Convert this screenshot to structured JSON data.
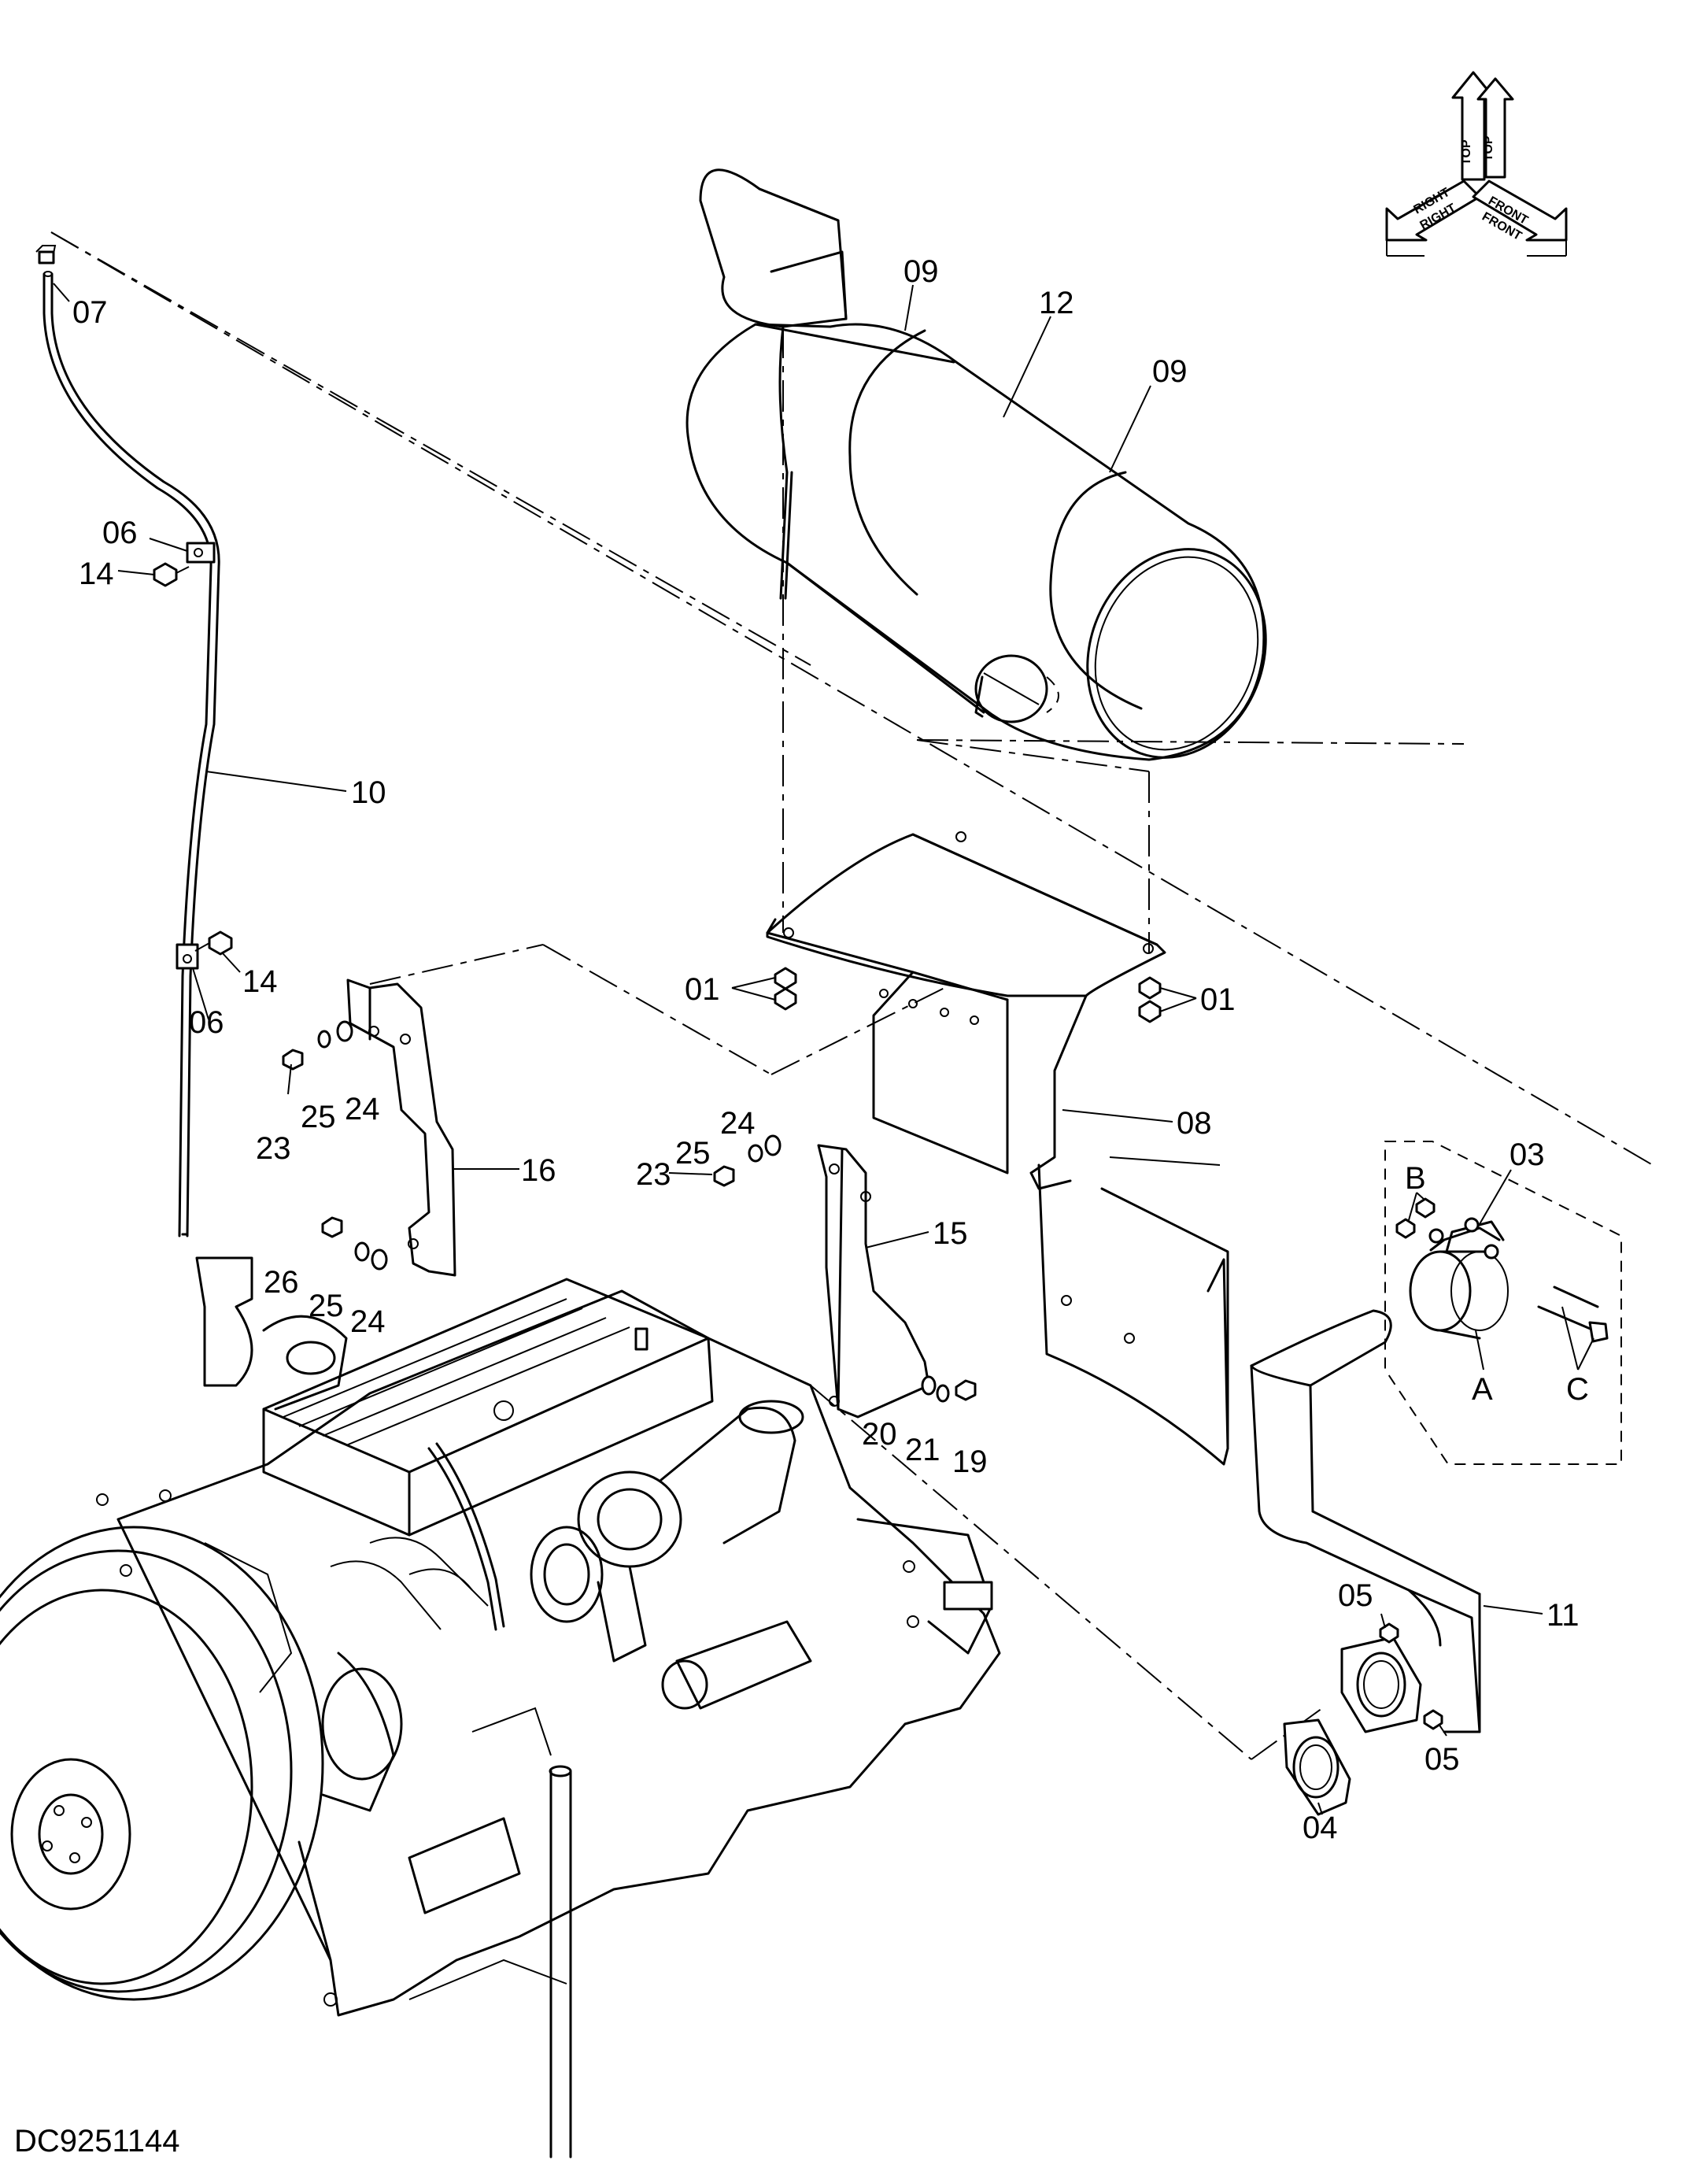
{
  "drawing_id": "DC9251144",
  "orientation_marker": {
    "labels": [
      "TOP",
      "TOP",
      "RIGHT",
      "RIGHT",
      "FRONT",
      "FRONT"
    ]
  },
  "callouts": [
    {
      "id": "callout-07",
      "text": "07"
    },
    {
      "id": "callout-06-a",
      "text": "06"
    },
    {
      "id": "callout-14-a",
      "text": "14"
    },
    {
      "id": "callout-10",
      "text": "10"
    },
    {
      "id": "callout-14-b",
      "text": "14"
    },
    {
      "id": "callout-06-b",
      "text": "06"
    },
    {
      "id": "callout-09-a",
      "text": "09"
    },
    {
      "id": "callout-12",
      "text": "12"
    },
    {
      "id": "callout-09-b",
      "text": "09"
    },
    {
      "id": "callout-01-a",
      "text": "01"
    },
    {
      "id": "callout-01-b",
      "text": "01"
    },
    {
      "id": "callout-08",
      "text": "08"
    },
    {
      "id": "callout-23-a",
      "text": "23"
    },
    {
      "id": "callout-25-a",
      "text": "25"
    },
    {
      "id": "callout-24-a",
      "text": "24"
    },
    {
      "id": "callout-16",
      "text": "16"
    },
    {
      "id": "callout-24-b",
      "text": "24"
    },
    {
      "id": "callout-25-b",
      "text": "25"
    },
    {
      "id": "callout-23-b",
      "text": "23"
    },
    {
      "id": "callout-15",
      "text": "15"
    },
    {
      "id": "callout-26",
      "text": "26"
    },
    {
      "id": "callout-25-c",
      "text": "25"
    },
    {
      "id": "callout-24-c",
      "text": "24"
    },
    {
      "id": "callout-20",
      "text": "20"
    },
    {
      "id": "callout-21",
      "text": "21"
    },
    {
      "id": "callout-19",
      "text": "19"
    },
    {
      "id": "callout-03",
      "text": "03"
    },
    {
      "id": "callout-B",
      "text": "B"
    },
    {
      "id": "callout-A",
      "text": "A"
    },
    {
      "id": "callout-C",
      "text": "C"
    },
    {
      "id": "callout-05-a",
      "text": "05"
    },
    {
      "id": "callout-11",
      "text": "11"
    },
    {
      "id": "callout-05-b",
      "text": "05"
    },
    {
      "id": "callout-04",
      "text": "04"
    }
  ]
}
